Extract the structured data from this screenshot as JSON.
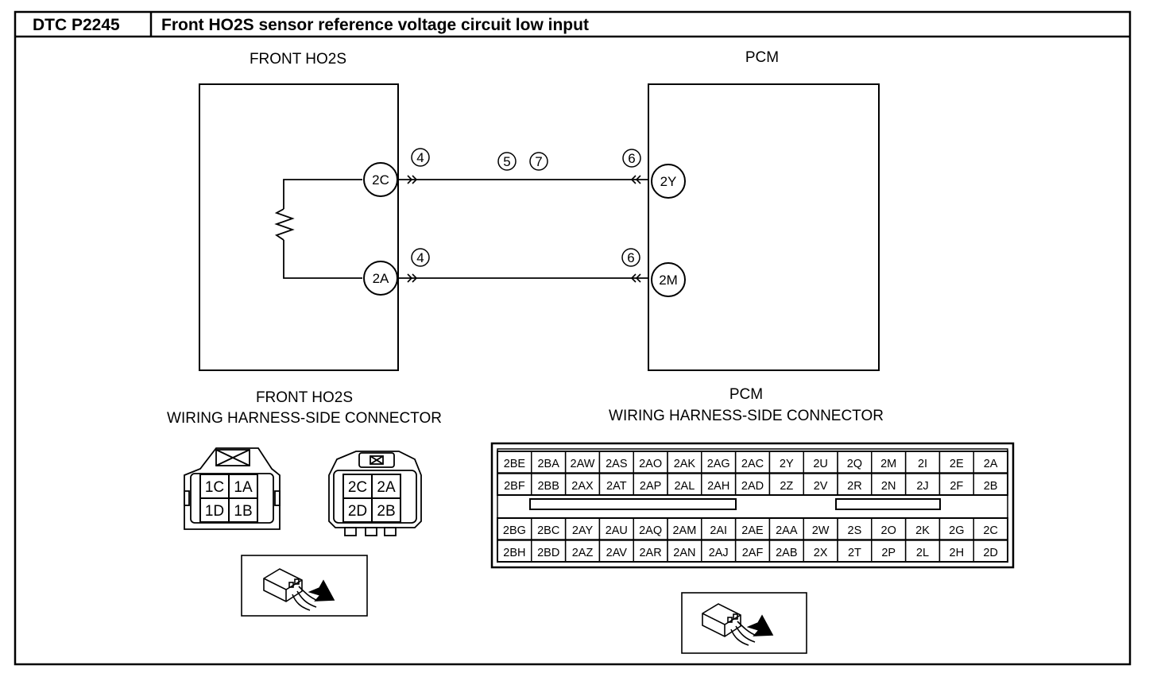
{
  "header": {
    "dtc_code": "DTC P2245",
    "title": "Front HO2S sensor reference voltage circuit low input"
  },
  "sensor": {
    "label": "FRONT HO2S",
    "pins": [
      "2C",
      "2A"
    ]
  },
  "pcm": {
    "label": "PCM",
    "pins": [
      "2Y",
      "2M"
    ]
  },
  "circuit_marks": {
    "upper_left": "4",
    "upper_mid": [
      "5",
      "7"
    ],
    "upper_right": "6",
    "lower_left": "4",
    "lower_right": "6"
  },
  "sensor_connector": {
    "title_line1": "FRONT HO2S",
    "title_line2": "WIRING HARNESS-SIDE CONNECTOR",
    "left_cells": [
      [
        "1C",
        "1A"
      ],
      [
        "1D",
        "1B"
      ]
    ],
    "right_cells": [
      [
        "2C",
        "2A"
      ],
      [
        "2D",
        "2B"
      ]
    ]
  },
  "pcm_connector": {
    "title_line1": "PCM",
    "title_line2": "WIRING HARNESS-SIDE CONNECTOR",
    "rows": [
      [
        "2BE",
        "2BA",
        "2AW",
        "2AS",
        "2AO",
        "2AK",
        "2AG",
        "2AC",
        "2Y",
        "2U",
        "2Q",
        "2M",
        "2I",
        "2E",
        "2A"
      ],
      [
        "2BF",
        "2BB",
        "2AX",
        "2AT",
        "2AP",
        "2AL",
        "2AH",
        "2AD",
        "2Z",
        "2V",
        "2R",
        "2N",
        "2J",
        "2F",
        "2B"
      ],
      [
        "2BG",
        "2BC",
        "2AY",
        "2AU",
        "2AQ",
        "2AM",
        "2AI",
        "2AE",
        "2AA",
        "2W",
        "2S",
        "2O",
        "2K",
        "2G",
        "2C"
      ],
      [
        "2BH",
        "2BD",
        "2AZ",
        "2AV",
        "2AR",
        "2AN",
        "2AJ",
        "2AF",
        "2AB",
        "2X",
        "2T",
        "2P",
        "2L",
        "2H",
        "2D"
      ]
    ]
  }
}
